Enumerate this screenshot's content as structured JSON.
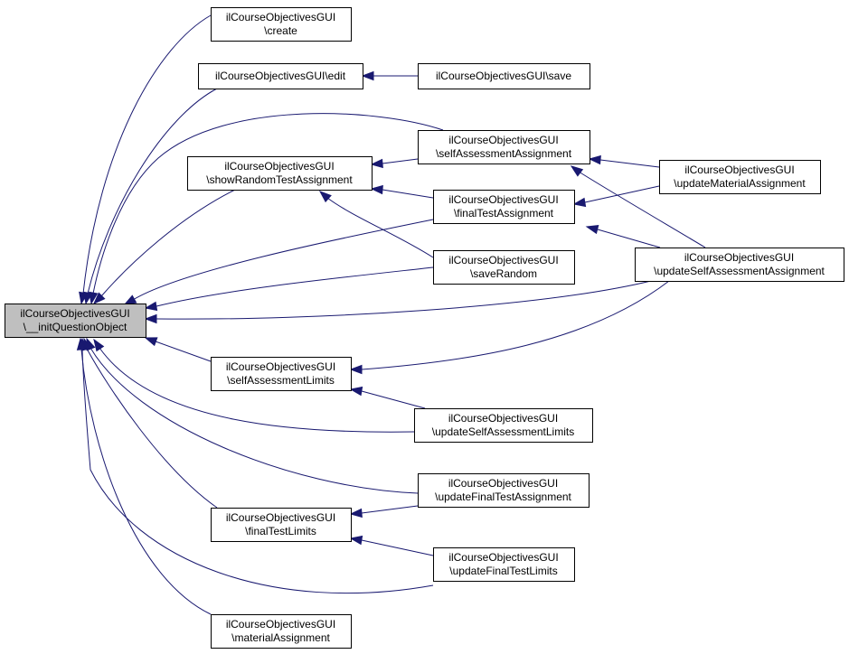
{
  "nodes": {
    "create": [
      "ilCourseObjectivesGUI",
      "\\create"
    ],
    "edit": [
      "ilCourseObjectivesGUI\\edit"
    ],
    "save": [
      "ilCourseObjectivesGUI\\save"
    ],
    "sat": [
      "ilCourseObjectivesGUI",
      "\\selfAssessmentAssignment"
    ],
    "srta": [
      "ilCourseObjectivesGUI",
      "\\showRandomTestAssignment"
    ],
    "fta": [
      "ilCourseObjectivesGUI",
      "\\finalTestAssignment"
    ],
    "uma": [
      "ilCourseObjectivesGUI",
      "\\updateMaterialAssignment"
    ],
    "srand": [
      "ilCourseObjectivesGUI",
      "\\saveRandom"
    ],
    "usaa": [
      "ilCourseObjectivesGUI",
      "\\updateSelfAssessmentAssignment"
    ],
    "init": [
      "ilCourseObjectivesGUI",
      "\\__initQuestionObject"
    ],
    "sal": [
      "ilCourseObjectivesGUI",
      "\\selfAssessmentLimits"
    ],
    "usal": [
      "ilCourseObjectivesGUI",
      "\\updateSelfAssessmentLimits"
    ],
    "ufta": [
      "ilCourseObjectivesGUI",
      "\\updateFinalTestAssignment"
    ],
    "ftl": [
      "ilCourseObjectivesGUI",
      "\\finalTestLimits"
    ],
    "uftl": [
      "ilCourseObjectivesGUI",
      "\\updateFinalTestLimits"
    ],
    "ma": [
      "ilCourseObjectivesGUI",
      "\\materialAssignment"
    ]
  },
  "edges": [
    [
      "create",
      "init"
    ],
    [
      "edit",
      "init"
    ],
    [
      "save",
      "edit"
    ],
    [
      "sat",
      "init"
    ],
    [
      "sat",
      "srta"
    ],
    [
      "srta",
      "init"
    ],
    [
      "fta",
      "init"
    ],
    [
      "fta",
      "srta"
    ],
    [
      "uma",
      "sat"
    ],
    [
      "uma",
      "fta"
    ],
    [
      "srand",
      "init"
    ],
    [
      "srand",
      "srta"
    ],
    [
      "usaa",
      "init"
    ],
    [
      "usaa",
      "sat"
    ],
    [
      "usaa",
      "fta"
    ],
    [
      "usaa",
      "sal"
    ],
    [
      "sal",
      "init"
    ],
    [
      "usal",
      "init"
    ],
    [
      "usal",
      "sal"
    ],
    [
      "ufta",
      "init"
    ],
    [
      "ufta",
      "ftl"
    ],
    [
      "ftl",
      "init"
    ],
    [
      "uftl",
      "init"
    ],
    [
      "uftl",
      "ftl"
    ],
    [
      "ma",
      "init"
    ]
  ],
  "colors": {
    "edge": "#191970",
    "focus_fill": "#bfbfbf",
    "border": "#000000"
  }
}
